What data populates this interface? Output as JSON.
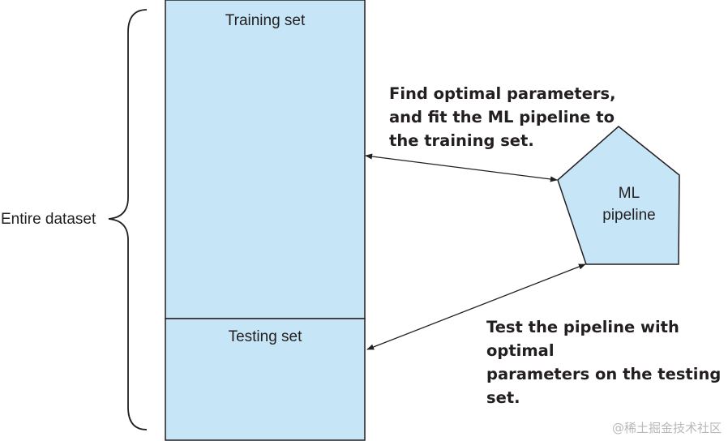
{
  "dataset": {
    "label": "Entire dataset",
    "training_label": "Training set",
    "testing_label": "Testing set"
  },
  "pipeline": {
    "line1": "ML",
    "line2": "pipeline"
  },
  "annotations": {
    "fit": [
      "Find optimal parameters,",
      "and fit the ML pipeline to",
      "the training set."
    ],
    "test": [
      "Test the pipeline with optimal",
      "parameters on the testing set."
    ]
  },
  "watermark": "@稀土掘金技术社区",
  "colors": {
    "box_fill": "#c6e6f7",
    "stroke": "#231f20",
    "text": "#231f20"
  }
}
